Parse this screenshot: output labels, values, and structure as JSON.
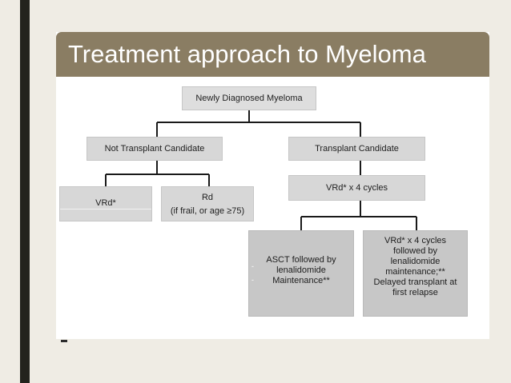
{
  "slide": {
    "title": "Treatment approach to Myeloma",
    "colors": {
      "background": "#efece4",
      "left_bar": "#23231d",
      "title_bar": "#8a7d63",
      "box_fill": "#d7d7d7",
      "box_fill_dark": "#c7c7c7",
      "connector": "#1a1a1a"
    }
  },
  "flowchart": {
    "root": "Newly Diagnosed Myeloma",
    "not_transplant": "Not Transplant Candidate",
    "transplant": "Transplant Candidate",
    "vrd": "VRd*",
    "rd": {
      "line1": "Rd",
      "line2": "(if frail, or age ≥75)"
    },
    "vrd_4": "VRd* x 4 cycles",
    "asct": {
      "lines": [
        "ASCT followed by",
        "lenalidomide",
        "Maintenance**"
      ],
      "dash_marks": [
        "-",
        "-"
      ]
    },
    "delayed": {
      "lines": [
        "VRd* x 4 cycles",
        "followed by",
        "lenalidomide",
        "maintenance;**",
        "Delayed transplant at",
        "first relapse"
      ]
    }
  }
}
